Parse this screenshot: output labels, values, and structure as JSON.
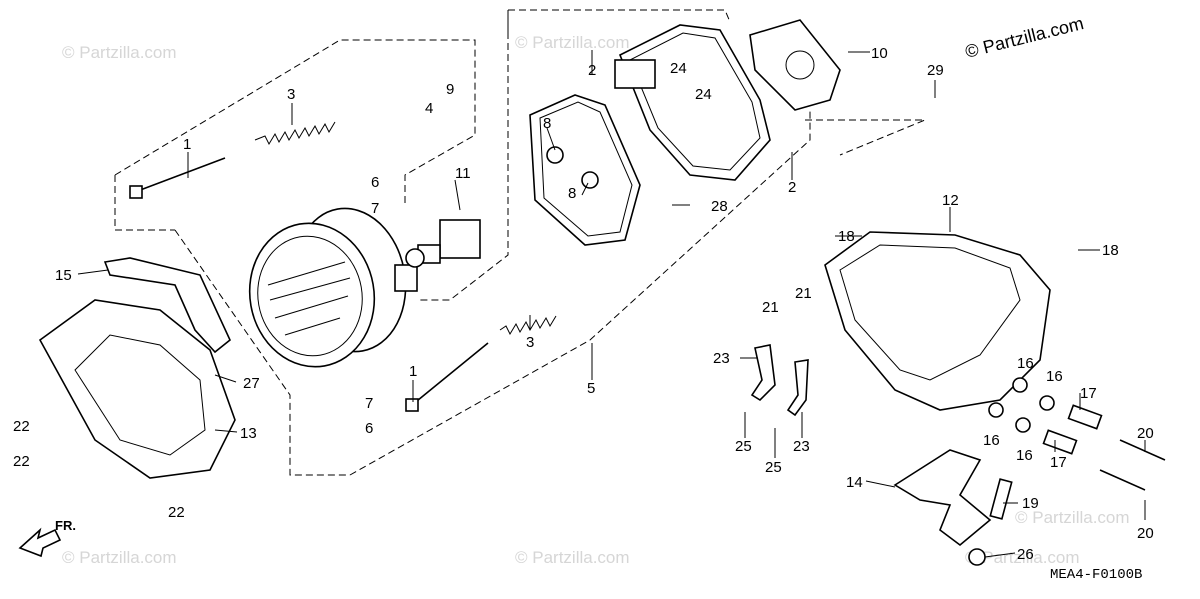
{
  "diagram": {
    "code": "MEA4-F0100B",
    "front_label": "FR.",
    "brand": "© Partzilla.com",
    "watermark": "© Partzilla.com",
    "callouts": {
      "c1a": "1",
      "c1b": "1",
      "c2a": "2",
      "c2b": "2",
      "c3a": "3",
      "c3b": "3",
      "c4": "4",
      "c5": "5",
      "c6a": "6",
      "c6b": "6",
      "c7a": "7",
      "c7b": "7",
      "c8a": "8",
      "c8b": "8",
      "c9": "9",
      "c10": "10",
      "c11": "11",
      "c12": "12",
      "c13": "13",
      "c14": "14",
      "c15": "15",
      "c16a": "16",
      "c16b": "16",
      "c16c": "16",
      "c16d": "16",
      "c17a": "17",
      "c17b": "17",
      "c18a": "18",
      "c18b": "18",
      "c19": "19",
      "c20a": "20",
      "c20b": "20",
      "c21a": "21",
      "c21b": "21",
      "c22a": "22",
      "c22b": "22",
      "c22c": "22",
      "c23a": "23",
      "c23b": "23",
      "c24a": "24",
      "c24b": "24",
      "c25a": "25",
      "c25b": "25",
      "c26": "26",
      "c27": "27",
      "c28": "28",
      "c29": "29"
    }
  }
}
